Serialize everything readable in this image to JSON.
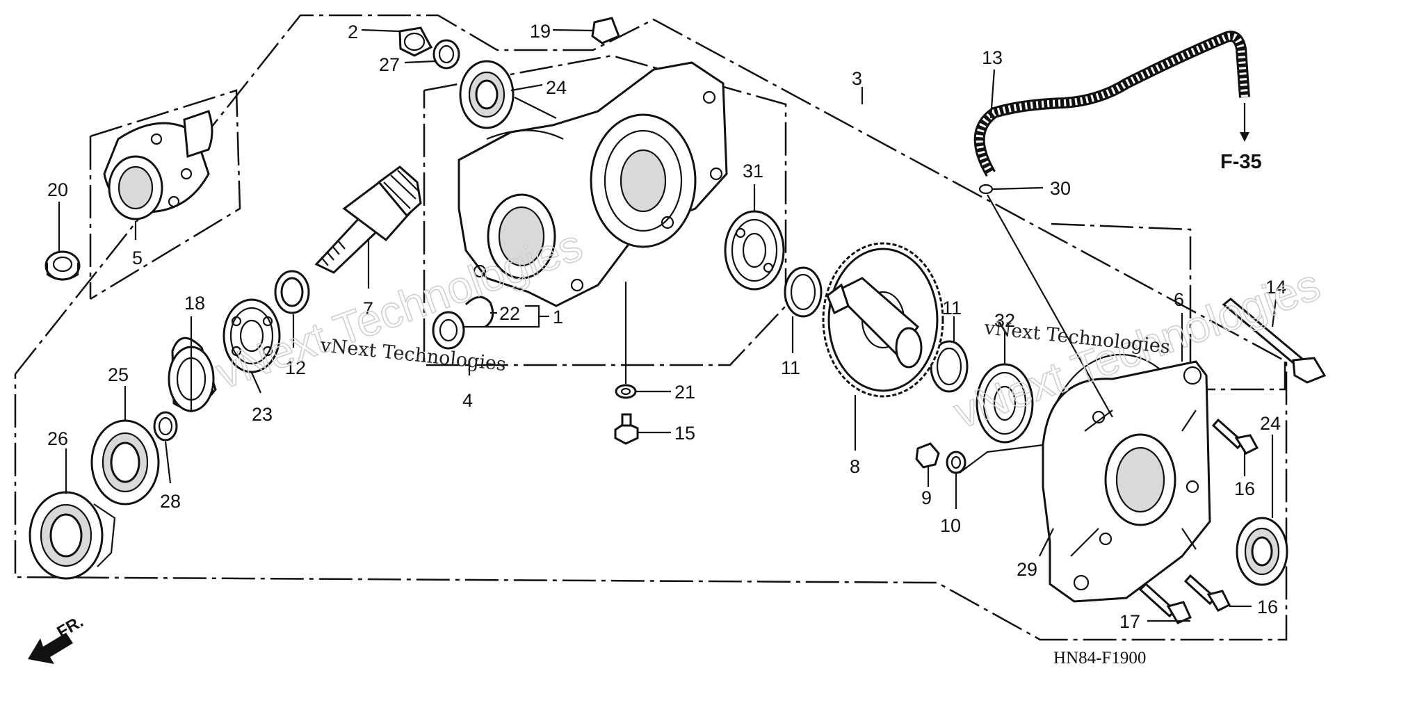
{
  "callouts": {
    "c1": "1",
    "c2": "2",
    "c3": "3",
    "c4": "4",
    "c5": "5",
    "c6": "6",
    "c7": "7",
    "c8": "8",
    "c9": "9",
    "c10": "10",
    "c11a": "11",
    "c11b": "11",
    "c12": "12",
    "c13": "13",
    "c14": "14",
    "c15": "15",
    "c16a": "16",
    "c16b": "16",
    "c17": "17",
    "c18": "18",
    "c19": "19",
    "c20": "20",
    "c21": "21",
    "c22": "22",
    "c23": "23",
    "c24a": "24",
    "c24b": "24",
    "c25": "25",
    "c26": "26",
    "c27": "27",
    "c28": "28",
    "c29": "29",
    "c30": "30",
    "c31": "31",
    "c32": "32"
  },
  "reference": {
    "label": "F-35"
  },
  "direction": {
    "label": "FR."
  },
  "figure_code": "HN84-F1900",
  "watermark": {
    "company": "vNext Technologies"
  }
}
